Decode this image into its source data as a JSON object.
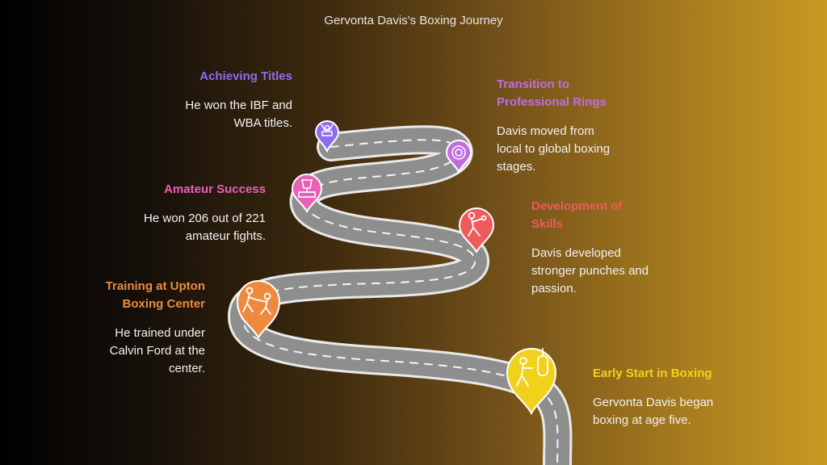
{
  "title": "Gervonta Davis's Boxing Journey",
  "stages": [
    {
      "id": "achieving",
      "heading": "Achieving Titles",
      "text": "He won the IBF and WBA titles.",
      "color": "#8e6cf0",
      "icon": "champion-icon"
    },
    {
      "id": "transition",
      "heading": "Transition to Professional Rings",
      "text": "Davis moved from local to global boxing stages.",
      "color": "#c06de0",
      "icon": "ring-icon"
    },
    {
      "id": "amateur",
      "heading": "Amateur Success",
      "text": "He won 206 out of 221 amateur fights.",
      "color": "#e860b8",
      "icon": "trophy-icon"
    },
    {
      "id": "development",
      "heading": "Development of Skills",
      "text": "Davis developed stronger punches and passion.",
      "color": "#ee5b5b",
      "icon": "boxer-punch-icon"
    },
    {
      "id": "training",
      "heading": "Training at Upton Boxing Center",
      "text": "He trained under Calvin Ford at the center.",
      "color": "#ee8a3e",
      "icon": "sparring-icon"
    },
    {
      "id": "early",
      "heading": "Early Start in Boxing",
      "text": "Gervonta Davis began boxing at age five.",
      "color": "#f0d21c",
      "icon": "punching-bag-icon"
    }
  ]
}
